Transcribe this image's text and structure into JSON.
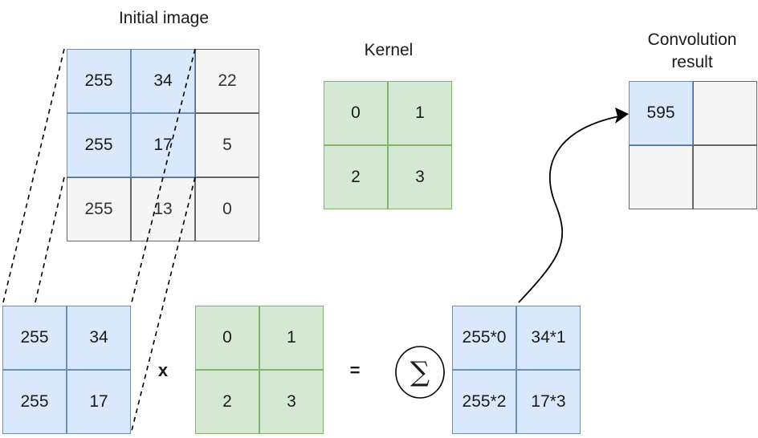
{
  "titles": {
    "initial_image": "Initial image",
    "kernel": "Kernel",
    "result_line1": "Convolution",
    "result_line2": "result"
  },
  "initial_image": {
    "cells": [
      "255",
      "34",
      "22",
      "255",
      "17",
      "5",
      "255",
      "13",
      "0"
    ]
  },
  "kernel": {
    "cells": [
      "0",
      "1",
      "2",
      "3"
    ]
  },
  "patch": {
    "cells": [
      "255",
      "34",
      "255",
      "17"
    ]
  },
  "kernel_copy": {
    "cells": [
      "0",
      "1",
      "2",
      "3"
    ]
  },
  "products": {
    "cells": [
      "255*0",
      "34*1",
      "255*2",
      "17*3"
    ]
  },
  "result": {
    "cells": [
      "595",
      "",
      "",
      ""
    ]
  },
  "operators": {
    "multiply": "x",
    "equals": "=",
    "sum": "∑"
  },
  "colors": {
    "blue_fill": "#dae8fc",
    "blue_stroke": "#6c8ebf",
    "gray_fill": "#f5f5f5",
    "gray_stroke": "#666666",
    "green_fill": "#d5e8d4",
    "green_stroke": "#82b366"
  }
}
